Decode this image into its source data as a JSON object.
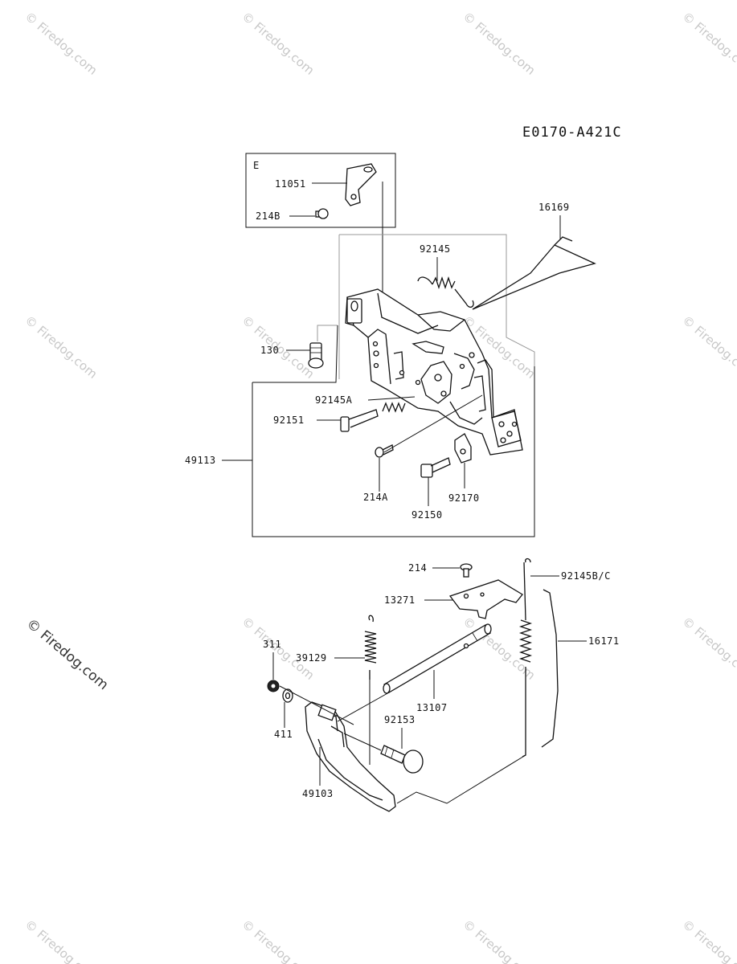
{
  "diagram": {
    "code": "E0170-A421C",
    "inset_letter": "E",
    "labels": {
      "p11051": "11051",
      "p214B": "214B",
      "p16169": "16169",
      "p92145": "92145",
      "p130": "130",
      "p92145A": "92145A",
      "p92151": "92151",
      "p49113": "49113",
      "p214A": "214A",
      "p92170": "92170",
      "p92150": "92150",
      "p214": "214",
      "p92145BC": "92145B/C",
      "p13271": "13271",
      "p16171": "16171",
      "p311": "311",
      "p39129": "39129",
      "p13107": "13107",
      "p92153": "92153",
      "p411": "411",
      "p49103": "49103"
    }
  },
  "watermark": {
    "text": "© Firedog.com"
  }
}
